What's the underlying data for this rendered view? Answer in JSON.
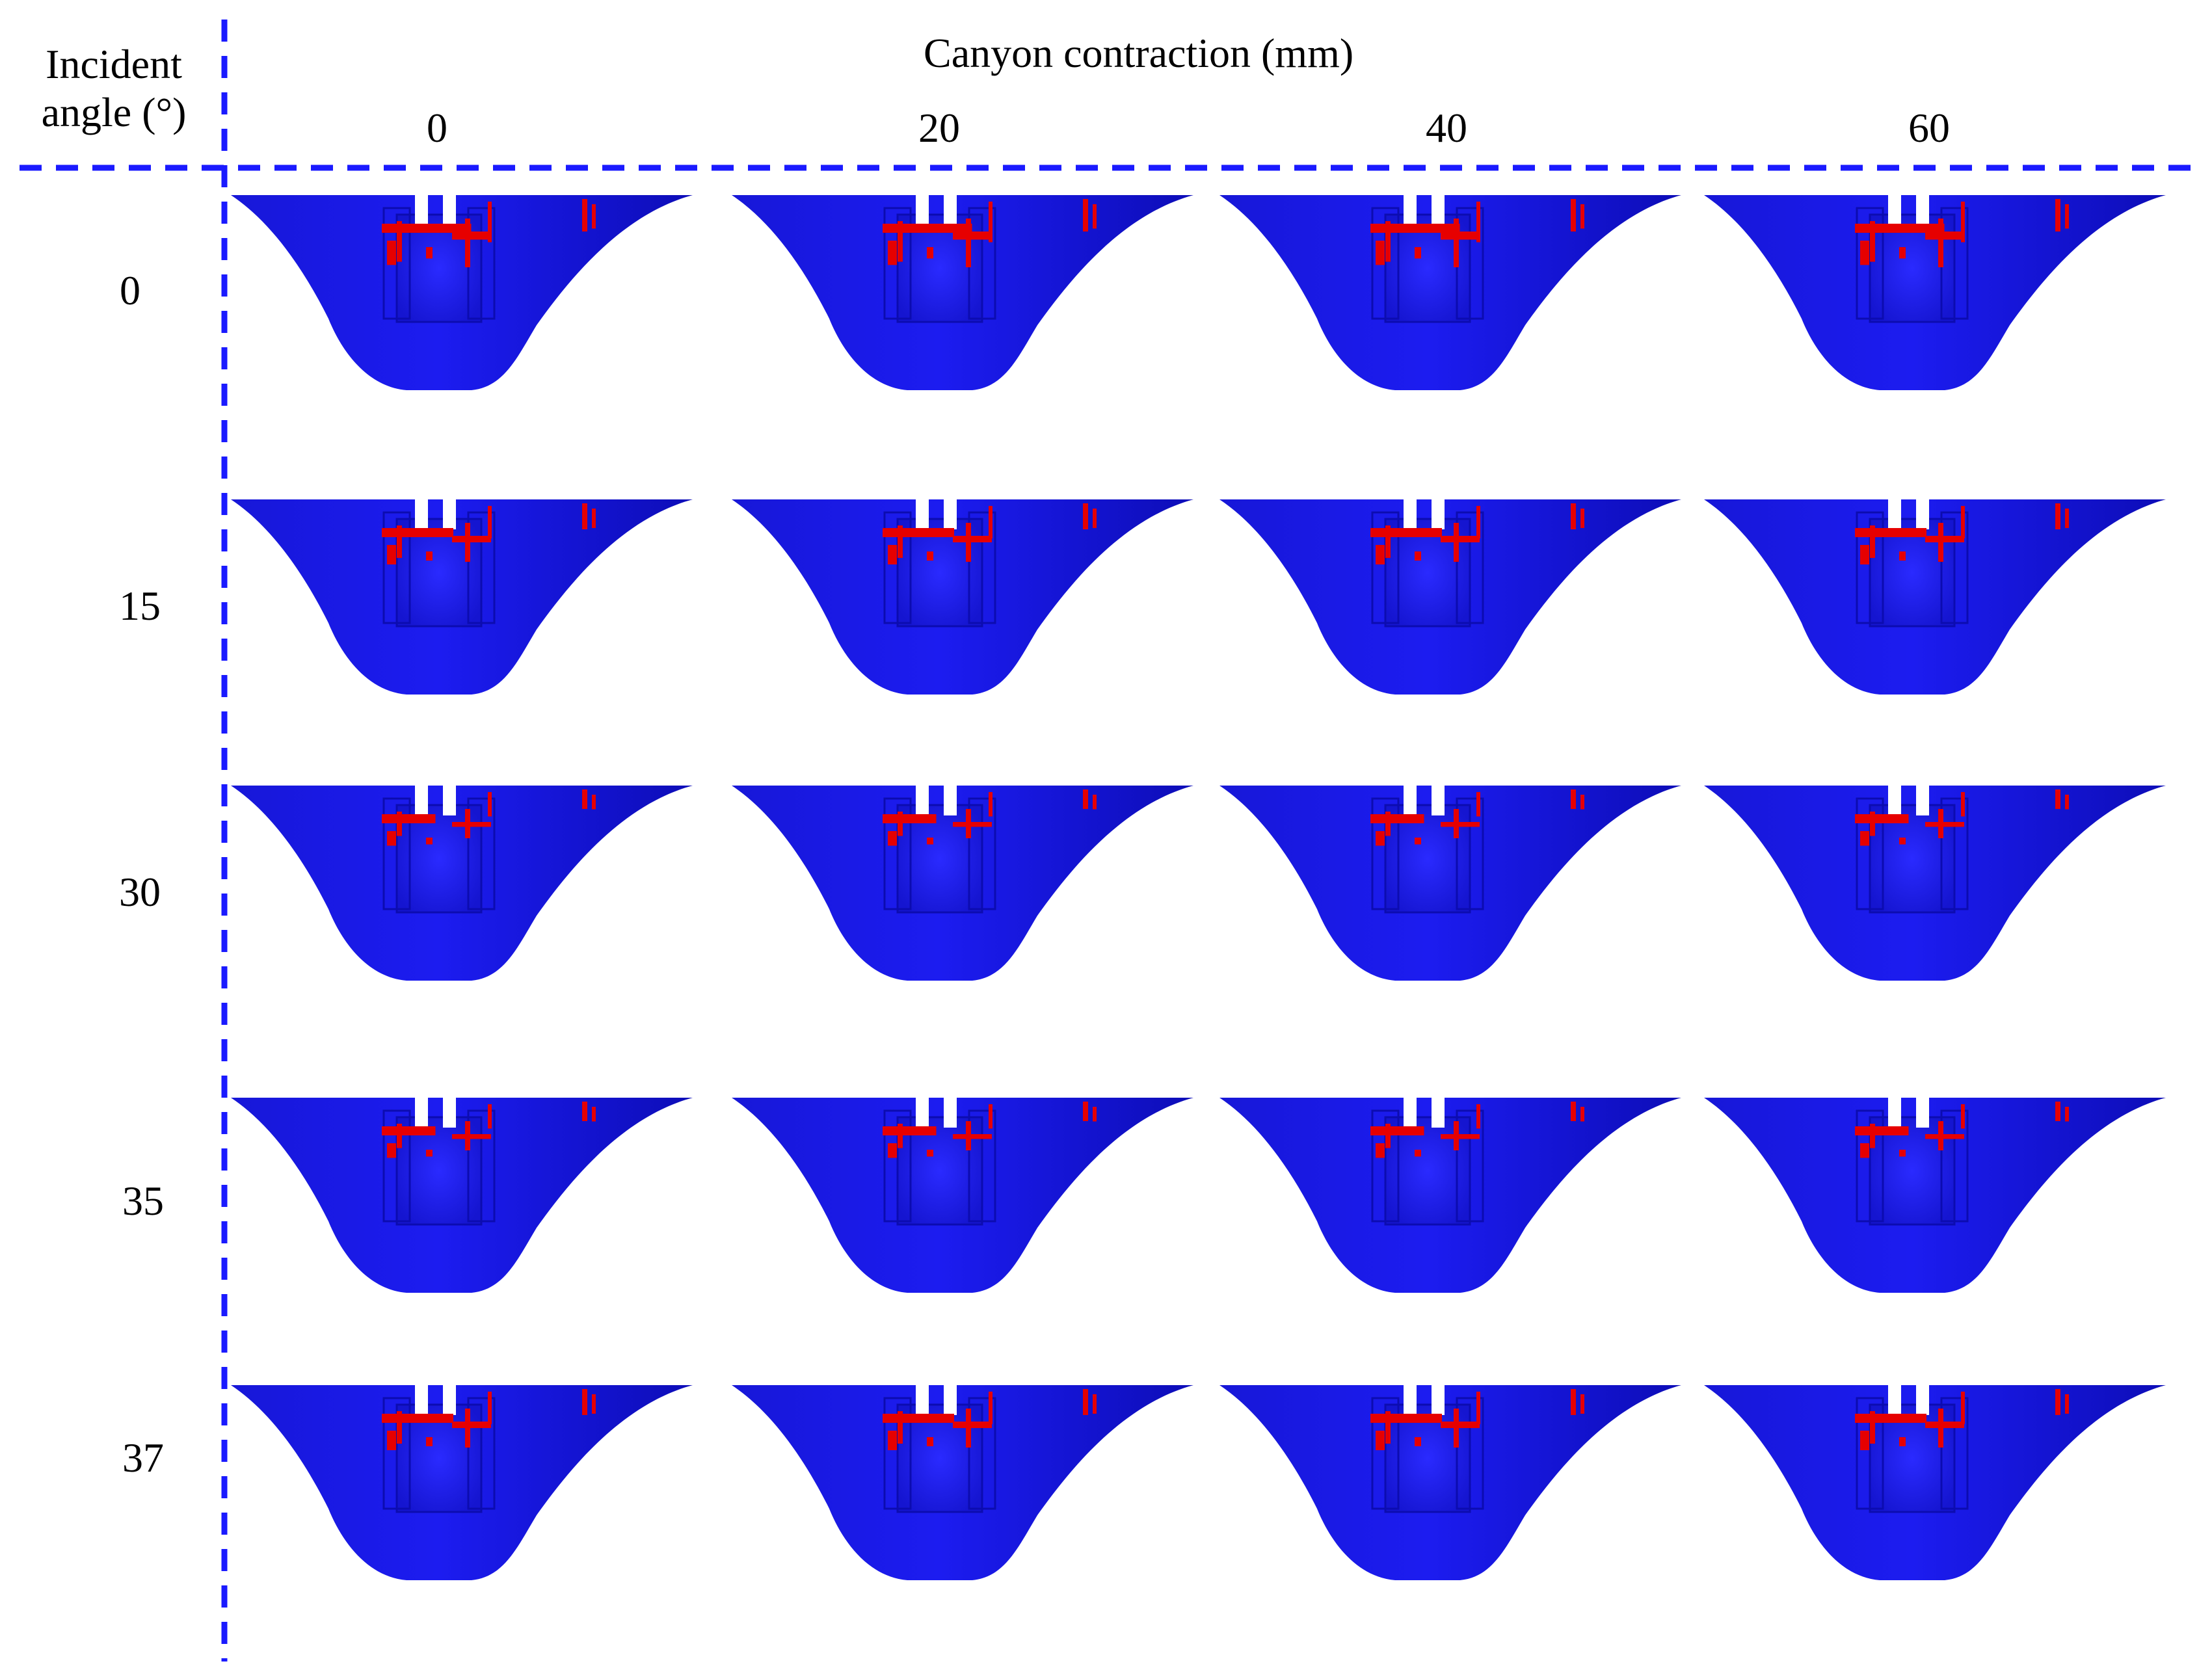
{
  "header": {
    "row_axis_title_line1": "Incident",
    "row_axis_title_line2": "angle (°)",
    "col_axis_title": "Canyon contraction (mm)"
  },
  "columns": [
    "0",
    "20",
    "40",
    "60"
  ],
  "rows": [
    "0",
    "15",
    "30",
    "35",
    "37"
  ],
  "colors": {
    "divider": "#1a1aff",
    "canyon_dark": "#0c0cb0",
    "canyon_mid": "#1a1ae0",
    "canyon_light": "#2a2aff",
    "damage": "#e60000"
  }
}
